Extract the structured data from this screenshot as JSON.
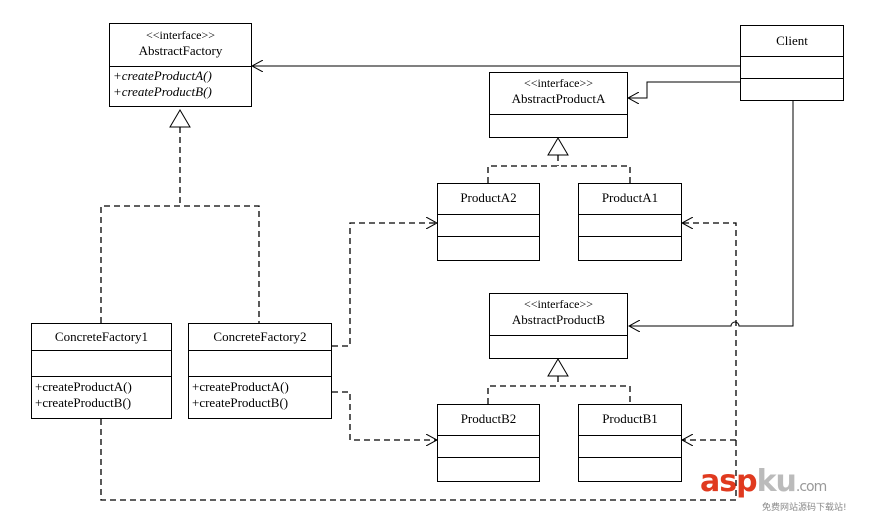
{
  "diagram": {
    "abstract_factory": {
      "stereotype": "<<interface>>",
      "name": "AbstractFactory",
      "operations": [
        "+createProductA()",
        "+createProductB()"
      ]
    },
    "client": {
      "name": "Client"
    },
    "abstract_product_a": {
      "stereotype": "<<interface>>",
      "name": "AbstractProductA"
    },
    "abstract_product_b": {
      "stereotype": "<<interface>>",
      "name": "AbstractProductB"
    },
    "product_a2": {
      "name": "ProductA2"
    },
    "product_a1": {
      "name": "ProductA1"
    },
    "product_b2": {
      "name": "ProductB2"
    },
    "product_b1": {
      "name": "ProductB1"
    },
    "concrete_factory_1": {
      "name": "ConcreteFactory1",
      "operations": [
        "+createProductA()",
        "+createProductB()"
      ]
    },
    "concrete_factory_2": {
      "name": "ConcreteFactory2",
      "operations": [
        "+createProductA()",
        "+createProductB()"
      ]
    }
  },
  "watermark": {
    "logo_asp": "asp",
    "logo_ku": "ku",
    "logo_com": ".com",
    "subtitle": "免费网站源码下载站!"
  }
}
